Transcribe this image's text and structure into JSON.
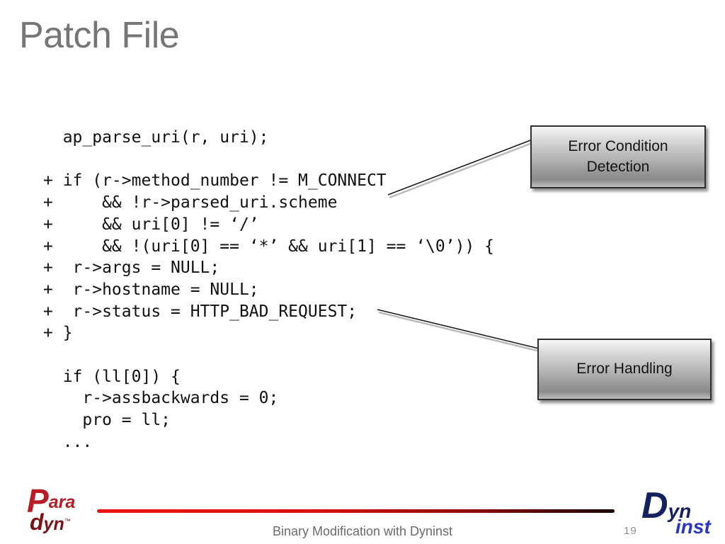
{
  "slide": {
    "title": "Patch File"
  },
  "code": {
    "lines": [
      "  ap_parse_uri(r, uri);",
      "",
      "+ if (r->method_number != M_CONNECT",
      "+     && !r->parsed_uri.scheme",
      "+     && uri[0] != ‘/’",
      "+     && !(uri[0] == ‘*’ && uri[1] == ‘\\0’)) {",
      "+  r->args = NULL;",
      "+  r->hostname = NULL;",
      "+  r->status = HTTP_BAD_REQUEST;",
      "+ }",
      "",
      "  if (ll[0]) {",
      "    r->assbackwards = 0;",
      "    pro = ll;",
      "  ..."
    ]
  },
  "callouts": [
    {
      "label": "Error Condition Detection"
    },
    {
      "label": "Error Handling"
    }
  ],
  "footer": {
    "caption": "Binary Modification with Dyninst",
    "page_number": "19"
  },
  "logos": {
    "paradyn": {
      "big": "P",
      "rest1": "ara",
      "big2": "d",
      "rest2": "yn",
      "tm": "™"
    },
    "dyninst": {
      "big": "D",
      "rest": "yn",
      "sub": "inst"
    }
  },
  "colors": {
    "title_gray": "#767676",
    "code_color": "#111111",
    "callout_border": "#2f2f2f",
    "line_red": "#ea130f",
    "footer_gray": "#6b6b6b",
    "paradyn_red": "#b81c24",
    "paradyn_dark_red": "#7d1116",
    "dyninst_navy": "#16215f",
    "dyninst_blue": "#2836c8"
  }
}
